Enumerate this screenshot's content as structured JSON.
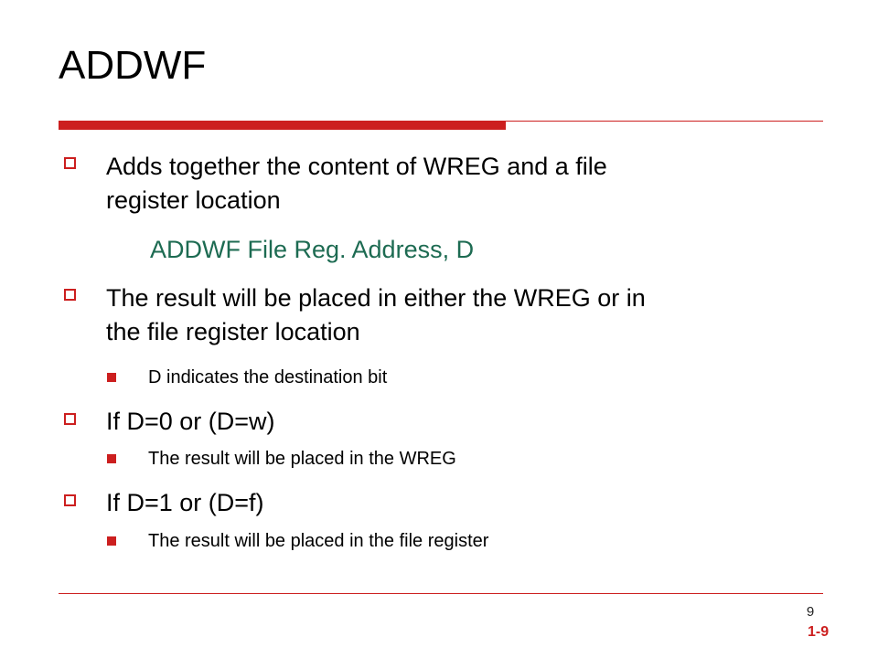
{
  "slide": {
    "title": "ADDWF",
    "page_number": "9",
    "slide_tag": "1-9"
  },
  "bullets": {
    "b1_line1": "Adds together the content of WREG and a file",
    "b1_line2": "register location",
    "code_line": "ADDWF File Reg. Address, D",
    "b2_line1": "The result will be placed in either the WREG or in",
    "b2_line2": "the file register location",
    "b2_sub": "D indicates the destination bit",
    "b3": "If D=0 or (D=w)",
    "b3_sub": "The result will be placed in the WREG",
    "b4": "If D=1 or (D=f)",
    "b4_sub": "The result will be placed in the file register"
  },
  "colors": {
    "accent_red": "#cc1f1f",
    "code_green": "#1d6b52"
  }
}
